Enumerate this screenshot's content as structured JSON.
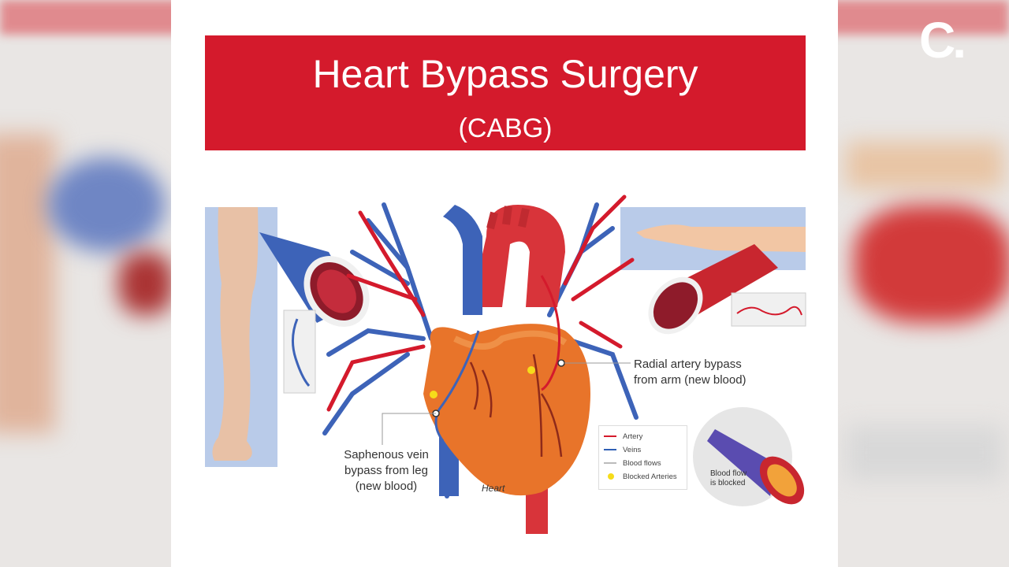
{
  "banner": {
    "title": "Heart Bypass Surgery",
    "subtitle": "(CABG)"
  },
  "callouts": {
    "radial_line1": "Radial artery bypass",
    "radial_line2": "from arm (new blood)",
    "saphenous_line1": "Saphenous vein",
    "saphenous_line2": "bypass from leg",
    "saphenous_line3": "(new blood)",
    "heart": "Heart",
    "blocked_line1": "Blood flow",
    "blocked_line2": "is blocked"
  },
  "legend": [
    {
      "label": "Artery",
      "color": "#d41a2c"
    },
    {
      "label": "Veins",
      "color": "#2f5fb5"
    },
    {
      "label": "Blood flows",
      "color": "#bbbbbb"
    },
    {
      "label": "Blocked Arteries",
      "color": "#f6dc1a"
    }
  ],
  "logo": {
    "text": "C."
  },
  "colors": {
    "banner_red": "#d41a2c",
    "artery_red": "#d41a2c",
    "vein_blue": "#2f5fb5",
    "heart_orange": "#e8742a",
    "blocked_yellow": "#f6dc1a"
  }
}
